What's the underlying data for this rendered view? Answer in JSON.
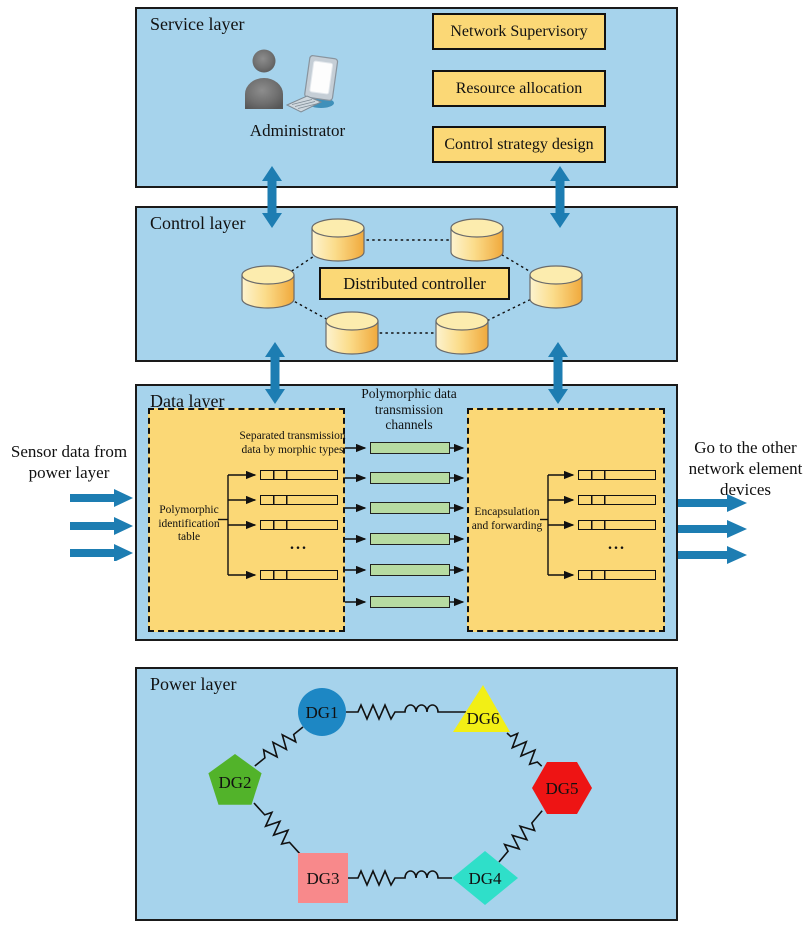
{
  "colors": {
    "layer_bg": "#a6d3ec",
    "node_bg": "#fbd876",
    "channel_bg": "#b7dba2",
    "arrow_blue": "#1d7db2",
    "line_black": "#111111"
  },
  "service_layer": {
    "title": "Service layer",
    "administrator_label": "Administrator",
    "functions": [
      "Network Supervisory",
      "Resource allocation",
      "Control strategy design"
    ]
  },
  "control_layer": {
    "title": "Control layer",
    "controller_label": "Distributed controller"
  },
  "data_layer": {
    "title": "Data layer",
    "channels_title": "Polymorphic data\ntransmission\nchannels",
    "identification": {
      "header": "Separated transmission\ndata by morphic types",
      "label": "Polymorphic\nidentification\ntable",
      "ellipsis": "..."
    },
    "forwarding": {
      "label": "Encapsulation\nand forwarding",
      "ellipsis": "..."
    }
  },
  "io": {
    "input_label": "Sensor data from\npower layer",
    "output_label": "Go to the other\nnetwork element\ndevices"
  },
  "power_layer": {
    "title": "Power layer",
    "generators": [
      {
        "id": "DG1",
        "shape": "circle",
        "color": "#1d87c4"
      },
      {
        "id": "DG2",
        "shape": "pentagon",
        "color": "#52b32a"
      },
      {
        "id": "DG3",
        "shape": "square",
        "color": "#f8898b"
      },
      {
        "id": "DG4",
        "shape": "diamond",
        "color": "#2fdfc9"
      },
      {
        "id": "DG5",
        "shape": "hexagon",
        "color": "#ee1414"
      },
      {
        "id": "DG6",
        "shape": "triangle",
        "color": "#f2ef15"
      }
    ]
  }
}
